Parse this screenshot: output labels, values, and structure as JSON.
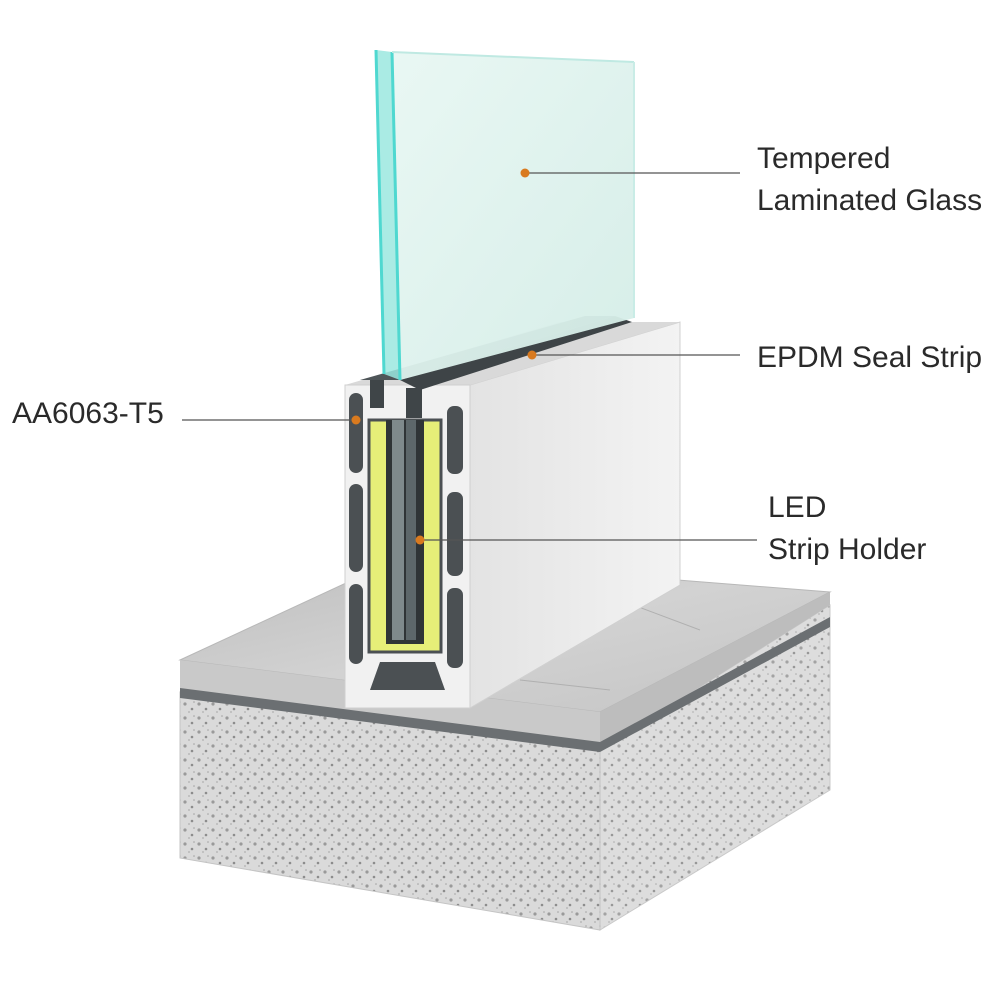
{
  "callouts": {
    "glass": "Tempered\nLaminated Glass",
    "seal": "EPDM Seal Strip",
    "alloy": "AA6063-T5",
    "led": "LED\nStrip Holder"
  },
  "colors": {
    "glass_fill": "#dff3ee",
    "glass_edge": "#4fd8d0",
    "seal": "#4e5558",
    "aluminum": "#e9e9e9",
    "led_holder": "#e8f07a",
    "marble": "#c8c8c8",
    "concrete": "#d9d9d9",
    "leader_dot": "#d97a1f"
  }
}
